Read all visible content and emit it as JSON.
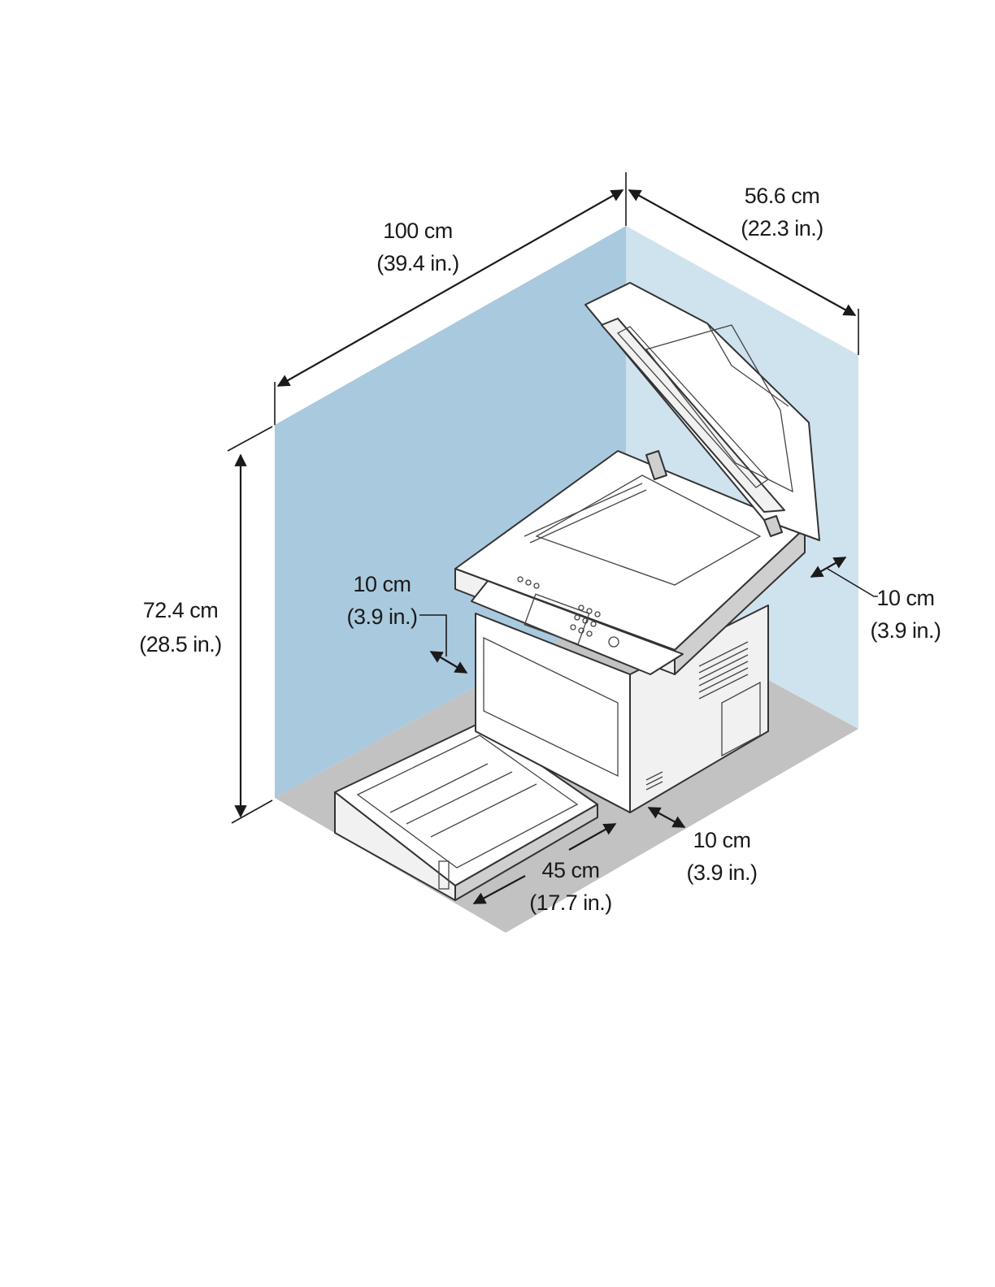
{
  "colors": {
    "back_wall": "#a9c9de",
    "side_wall": "#cfe3ee",
    "floor": "#c2c2c2",
    "printer_body": "#ffffff",
    "printer_shade": "#f1f1f1",
    "printer_dark": "#cfcfcf",
    "line": "#1a1a1a"
  },
  "dimensions": {
    "width": {
      "metric": "100 cm",
      "imperial": "(39.4 in.)"
    },
    "depth": {
      "metric": "56.6 cm",
      "imperial": "(22.3 in.)"
    },
    "height": {
      "metric": "72.4 cm",
      "imperial": "(28.5 in.)"
    },
    "left_clear": {
      "metric": "10 cm",
      "imperial": "(3.9 in.)"
    },
    "right_clear": {
      "metric": "10 cm",
      "imperial": "(3.9 in.)"
    },
    "front_clear": {
      "metric": "10 cm",
      "imperial": "(3.9 in.)"
    },
    "tray_clear": {
      "metric": "45 cm",
      "imperial": "(17.7 in.)"
    }
  },
  "icons": {
    "printer": "multifunction-printer-icon",
    "tray": "paper-tray-icon",
    "arrow": "dimension-arrow-icon"
  }
}
